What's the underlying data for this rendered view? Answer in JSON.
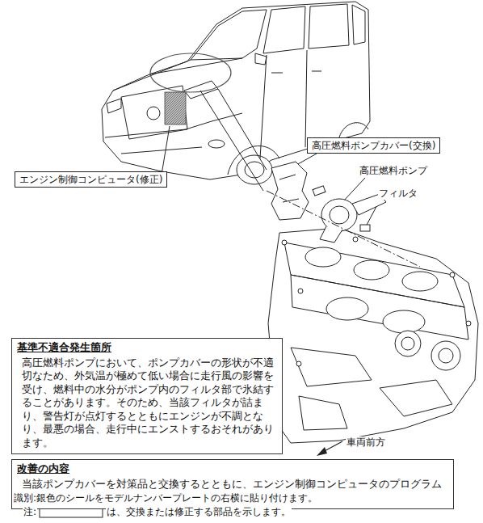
{
  "diagram": {
    "nodes": [
      {
        "text": [
          "エンジン制御コンピュータ(修正)"
        ]
      },
      {
        "text": [
          "高圧燃料ポンプカバー(交換)"
        ]
      },
      {
        "text": [
          "基準不適合発生箇所",
          "高圧燃料ポンプにおいて、ポンプカバーの形状が不適切なため、外気温が極めて低い場合に走行風の影響を受け、燃料中の水分がポンプ内のフィルタ部で氷結することがあります。そのため、当該フィルタが詰まり、警告灯が点灯するとともにエンジンが不調となり、最悪の場合、走行中にエンストするおそれがあります。"
        ]
      },
      {
        "text": [
          "改善の内容",
          "当該ポンプカバーを対策品と交換するとともに、エンジン制御コンピュータのプログラムを修正します。"
        ]
      }
    ],
    "labels": [
      "高圧燃料ポンプ",
      "フィルタ",
      "車両前方",
      "識別:銀色のシールをモデルナンバープレートの右横に貼り付けます。",
      "注:",
      "は、交換または修正する部品を示します。"
    ]
  }
}
